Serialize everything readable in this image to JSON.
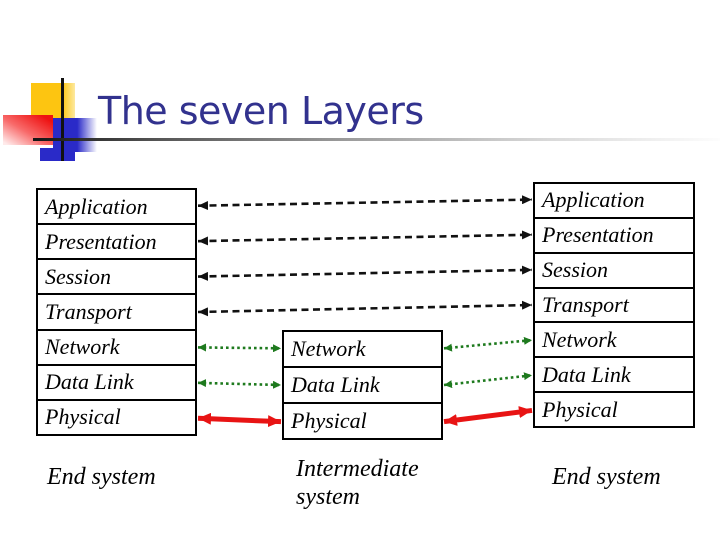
{
  "slide": {
    "title": "The seven Layers"
  },
  "columns": [
    {
      "name": "end-system-left",
      "label": "End system",
      "layers": [
        "Application",
        "Presentation",
        "Session",
        "Transport",
        "Network",
        "Data Link",
        "Physical"
      ]
    },
    {
      "name": "intermediate-system",
      "label": "Intermediate system",
      "layers": [
        "Network",
        "Data Link",
        "Physical"
      ]
    },
    {
      "name": "end-system-right",
      "label": "End system",
      "layers": [
        "Application",
        "Presentation",
        "Session",
        "Transport",
        "Network",
        "Data Link",
        "Physical"
      ]
    }
  ],
  "arrows": [
    {
      "from": {
        "col": 0,
        "layer": "Application"
      },
      "to": {
        "col": 2,
        "layer": "Application"
      },
      "style": "dashed",
      "color": "black",
      "double_headed": true
    },
    {
      "from": {
        "col": 0,
        "layer": "Presentation"
      },
      "to": {
        "col": 2,
        "layer": "Presentation"
      },
      "style": "dashed",
      "color": "black",
      "double_headed": true
    },
    {
      "from": {
        "col": 0,
        "layer": "Session"
      },
      "to": {
        "col": 2,
        "layer": "Session"
      },
      "style": "dashed",
      "color": "black",
      "double_headed": true
    },
    {
      "from": {
        "col": 0,
        "layer": "Transport"
      },
      "to": {
        "col": 2,
        "layer": "Transport"
      },
      "style": "dashed",
      "color": "black",
      "double_headed": true
    },
    {
      "from": {
        "col": 0,
        "layer": "Network"
      },
      "to": {
        "col": 1,
        "layer": "Network"
      },
      "style": "dotted",
      "color": "green",
      "double_headed": true
    },
    {
      "from": {
        "col": 1,
        "layer": "Network"
      },
      "to": {
        "col": 2,
        "layer": "Network"
      },
      "style": "dotted",
      "color": "green",
      "double_headed": true
    },
    {
      "from": {
        "col": 0,
        "layer": "Data Link"
      },
      "to": {
        "col": 1,
        "layer": "Data Link"
      },
      "style": "dotted",
      "color": "green",
      "double_headed": true
    },
    {
      "from": {
        "col": 1,
        "layer": "Data Link"
      },
      "to": {
        "col": 2,
        "layer": "Data Link"
      },
      "style": "dotted",
      "color": "green",
      "double_headed": true
    },
    {
      "from": {
        "col": 0,
        "layer": "Physical"
      },
      "to": {
        "col": 1,
        "layer": "Physical"
      },
      "style": "solid",
      "color": "red",
      "double_headed": true
    },
    {
      "from": {
        "col": 1,
        "layer": "Physical"
      },
      "to": {
        "col": 2,
        "layer": "Physical"
      },
      "style": "solid",
      "color": "red",
      "double_headed": true
    }
  ],
  "colors": {
    "title": "#32328e",
    "black": "#111111",
    "green": "#1e7a1e",
    "red": "#e81414",
    "box_border": "#000000",
    "logo_yellow": "#fdc511",
    "logo_blue": "#2a2ac8",
    "logo_red": "#ee1111"
  }
}
